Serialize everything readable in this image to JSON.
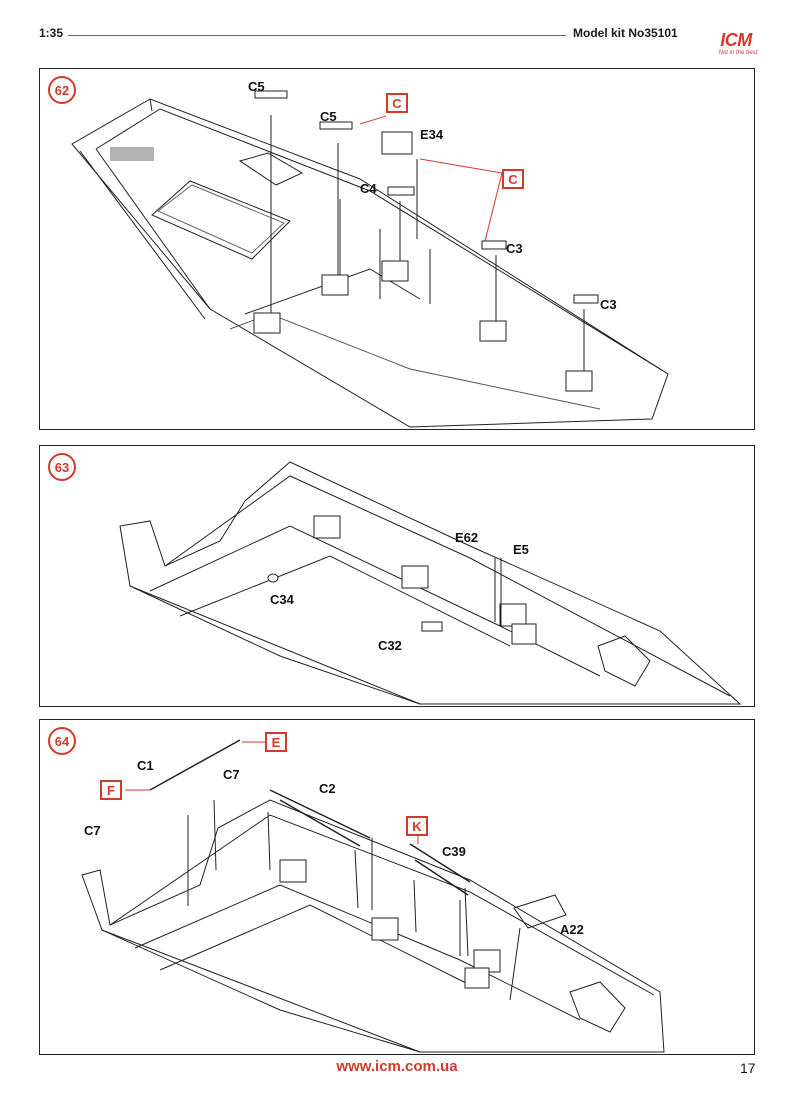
{
  "header": {
    "scale": "1:35",
    "kit": "Model kit No35101",
    "logo": "ICM",
    "logo_slogan": "Not in the best",
    "accent": "#d23a2a"
  },
  "steps": [
    {
      "number": "62",
      "labels": [
        "C5",
        "C5",
        "E34",
        "C4",
        "C3",
        "C3"
      ],
      "refs": [
        "C",
        "C"
      ]
    },
    {
      "number": "63",
      "labels": [
        "E62",
        "E5",
        "C34",
        "C32"
      ],
      "refs": []
    },
    {
      "number": "64",
      "labels": [
        "C1",
        "C7",
        "C2",
        "C7",
        "C39",
        "A22"
      ],
      "refs": [
        "E",
        "F",
        "K"
      ]
    }
  ],
  "footer": {
    "url": "www.icm.com.ua",
    "page": "17"
  }
}
